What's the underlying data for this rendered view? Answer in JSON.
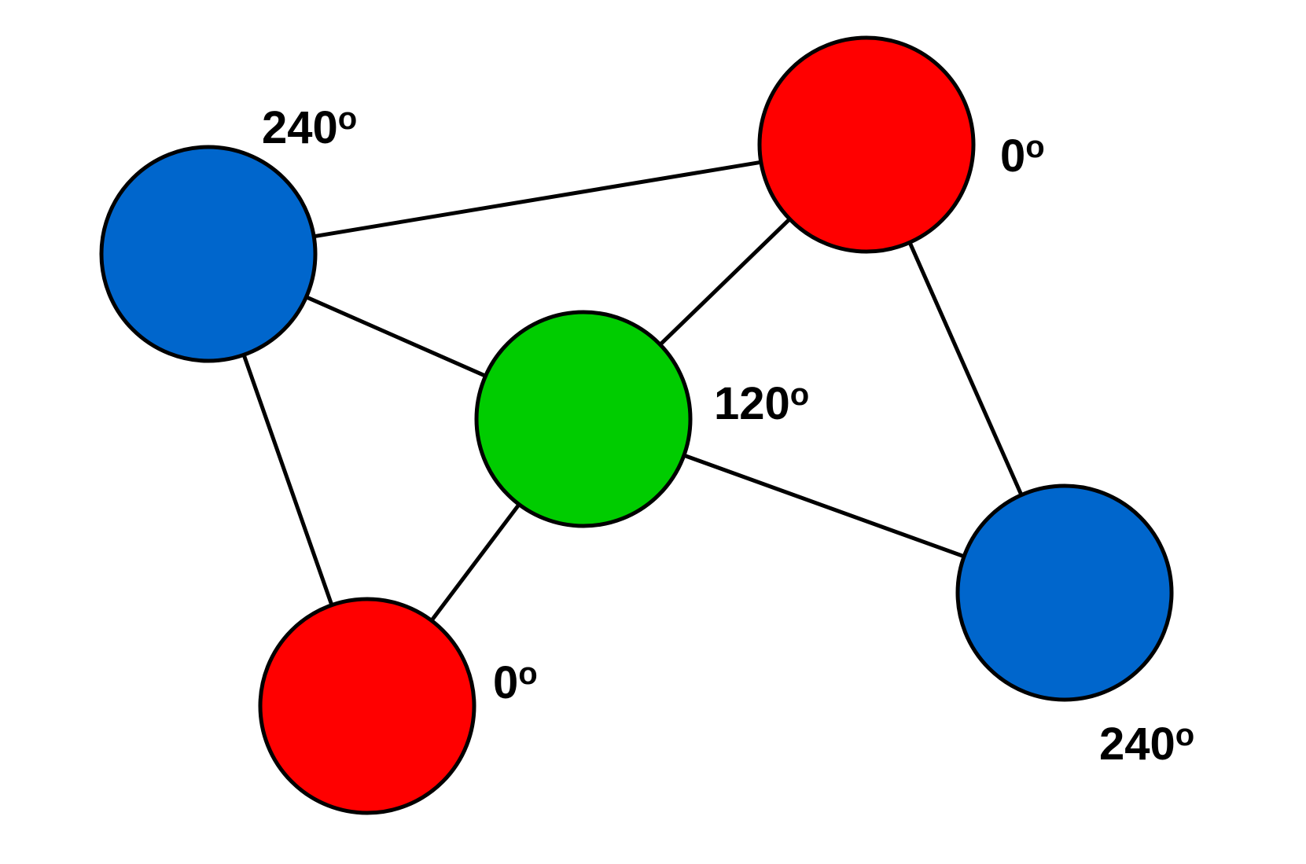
{
  "colors": {
    "red": "#ff0000",
    "green": "#00cc00",
    "blue": "#0066cc",
    "stroke": "#000000"
  },
  "nodes": [
    {
      "id": "top-left",
      "label": "240",
      "unit": "o",
      "color": "#0066cc"
    },
    {
      "id": "top-right",
      "label": "0",
      "unit": "o",
      "color": "#ff0000"
    },
    {
      "id": "center",
      "label": "120",
      "unit": "o",
      "color": "#00cc00"
    },
    {
      "id": "bottom-left",
      "label": "0",
      "unit": "o",
      "color": "#ff0000"
    },
    {
      "id": "bottom-right",
      "label": "240",
      "unit": "o",
      "color": "#0066cc"
    }
  ],
  "edges": [
    [
      "top-left",
      "top-right"
    ],
    [
      "top-left",
      "center"
    ],
    [
      "top-left",
      "bottom-left"
    ],
    [
      "top-right",
      "center"
    ],
    [
      "top-right",
      "bottom-right"
    ],
    [
      "center",
      "bottom-left"
    ],
    [
      "center",
      "bottom-right"
    ]
  ]
}
